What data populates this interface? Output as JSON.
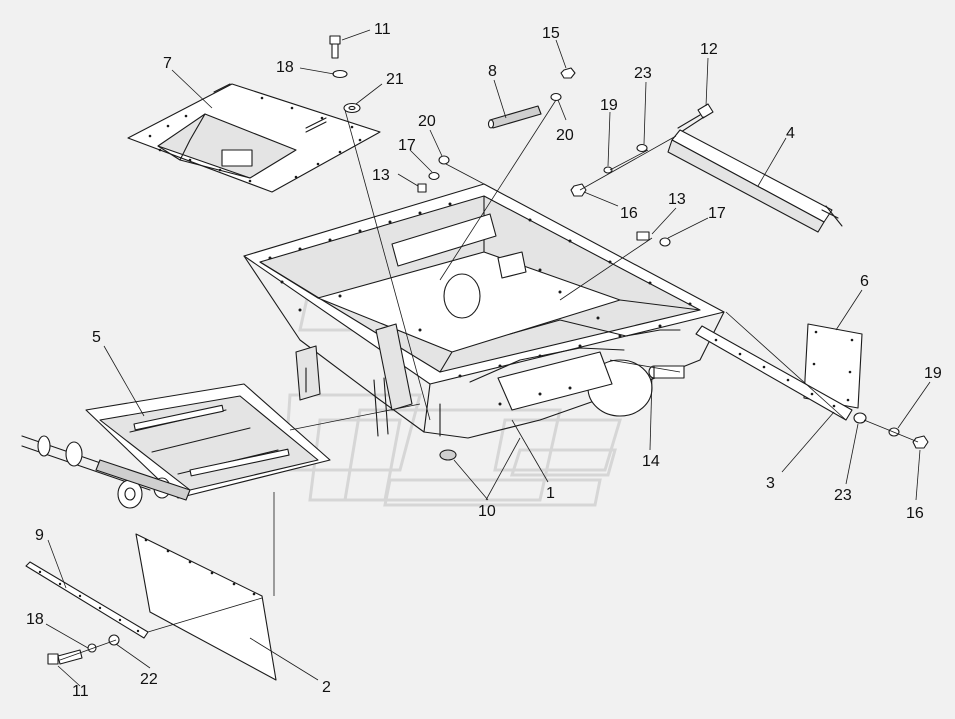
{
  "callouts": [
    {
      "id": "c11a",
      "text": "11"
    },
    {
      "id": "c18a",
      "text": "18"
    },
    {
      "id": "c21",
      "text": "21"
    },
    {
      "id": "c7",
      "text": "7"
    },
    {
      "id": "c8",
      "text": "8"
    },
    {
      "id": "c15",
      "text": "15"
    },
    {
      "id": "c20a",
      "text": "20"
    },
    {
      "id": "c23a",
      "text": "23"
    },
    {
      "id": "c12",
      "text": "12"
    },
    {
      "id": "c19a",
      "text": "19"
    },
    {
      "id": "c4",
      "text": "4"
    },
    {
      "id": "c20b",
      "text": "20"
    },
    {
      "id": "c17a",
      "text": "17"
    },
    {
      "id": "c13a",
      "text": "13"
    },
    {
      "id": "c16a",
      "text": "16"
    },
    {
      "id": "c13b",
      "text": "13"
    },
    {
      "id": "c17b",
      "text": "17"
    },
    {
      "id": "c6",
      "text": "6"
    },
    {
      "id": "c5",
      "text": "5"
    },
    {
      "id": "c19b",
      "text": "19"
    },
    {
      "id": "c14",
      "text": "14"
    },
    {
      "id": "c3",
      "text": "3"
    },
    {
      "id": "c23b",
      "text": "23"
    },
    {
      "id": "c16b",
      "text": "16"
    },
    {
      "id": "c1",
      "text": "1"
    },
    {
      "id": "c10",
      "text": "10"
    },
    {
      "id": "c9",
      "text": "9"
    },
    {
      "id": "c18b",
      "text": "18"
    },
    {
      "id": "c22",
      "text": "22"
    },
    {
      "id": "c11b",
      "text": "11"
    },
    {
      "id": "c2",
      "text": "2"
    }
  ]
}
